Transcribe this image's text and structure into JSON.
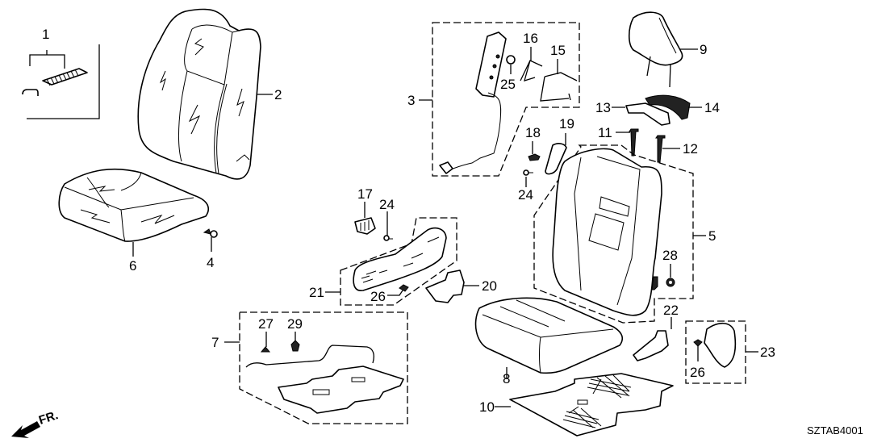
{
  "diagram": {
    "title": "Front Seat Components Parts Diagram",
    "code": "SZTAB4001",
    "direction_label": "FR.",
    "callouts": [
      {
        "id": "callout-1",
        "label": "1",
        "part": "seat cover hook set"
      },
      {
        "id": "callout-2",
        "label": "2",
        "part": "seat-back cover"
      },
      {
        "id": "callout-3",
        "label": "3",
        "part": "side airbag module"
      },
      {
        "id": "callout-4",
        "label": "4",
        "part": "clip"
      },
      {
        "id": "callout-5",
        "label": "5",
        "part": "seat-back frame and pad"
      },
      {
        "id": "callout-6",
        "label": "6",
        "part": "seat cushion cover"
      },
      {
        "id": "callout-7",
        "label": "7",
        "part": "seat heater / sensor mat"
      },
      {
        "id": "callout-8",
        "label": "8",
        "part": "seat cushion pad"
      },
      {
        "id": "callout-9",
        "label": "9",
        "part": "headrest"
      },
      {
        "id": "callout-10",
        "label": "10",
        "part": "cushion heater mat"
      },
      {
        "id": "callout-11",
        "label": "11",
        "part": "headrest guide (lock)"
      },
      {
        "id": "callout-12",
        "label": "12",
        "part": "headrest guide (free)"
      },
      {
        "id": "callout-13",
        "label": "13",
        "part": "seat-back trim garnish"
      },
      {
        "id": "callout-14",
        "label": "14",
        "part": "seat-back trim garnish"
      },
      {
        "id": "callout-15",
        "label": "15",
        "part": "wire"
      },
      {
        "id": "callout-16",
        "label": "16",
        "part": "wire"
      },
      {
        "id": "callout-17",
        "label": "17",
        "part": "knob"
      },
      {
        "id": "callout-18",
        "label": "18",
        "part": "clip"
      },
      {
        "id": "callout-19",
        "label": "19",
        "part": "garnish"
      },
      {
        "id": "callout-20",
        "label": "20",
        "part": "cover"
      },
      {
        "id": "callout-21",
        "label": "21",
        "part": "seat side trim"
      },
      {
        "id": "callout-22",
        "label": "22",
        "part": "bracket"
      },
      {
        "id": "callout-23",
        "label": "23",
        "part": "reclining cover"
      },
      {
        "id": "callout-24",
        "label": "24",
        "part": "screw"
      },
      {
        "id": "callout-24b",
        "label": "24",
        "part": "screw"
      },
      {
        "id": "callout-25",
        "label": "25",
        "part": "nut"
      },
      {
        "id": "callout-26",
        "label": "26",
        "part": "clip"
      },
      {
        "id": "callout-26b",
        "label": "26",
        "part": "clip"
      },
      {
        "id": "callout-27",
        "label": "27",
        "part": "clip"
      },
      {
        "id": "callout-28",
        "label": "28",
        "part": "nut"
      },
      {
        "id": "callout-29",
        "label": "29",
        "part": "clip"
      }
    ]
  }
}
